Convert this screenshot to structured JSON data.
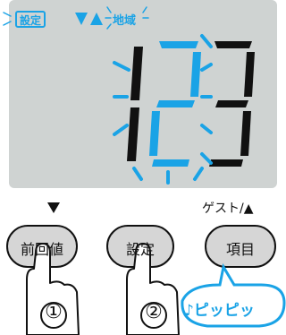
{
  "display": {
    "settei_badge": "設定",
    "chiiki_label": "地域",
    "digits": "123",
    "lit_color": "#1aa3e6",
    "segment_color": "#111111",
    "lcd_bg": "#cfd3d2"
  },
  "buttons": [
    {
      "label": "前回値",
      "top_mark": "▼",
      "step": "①"
    },
    {
      "label": "設定",
      "top_mark": "",
      "step": "②"
    },
    {
      "label": "項目",
      "top_mark": "ゲスト/▲",
      "step": ""
    }
  ],
  "sound": {
    "text": "♪ピッピッ",
    "bubble_color": "#1aa3e6"
  },
  "icons": [
    "down-triangle-icon",
    "up-triangle-icon",
    "hand-pointer-icon",
    "speech-bubble-icon",
    "music-note-icon"
  ]
}
